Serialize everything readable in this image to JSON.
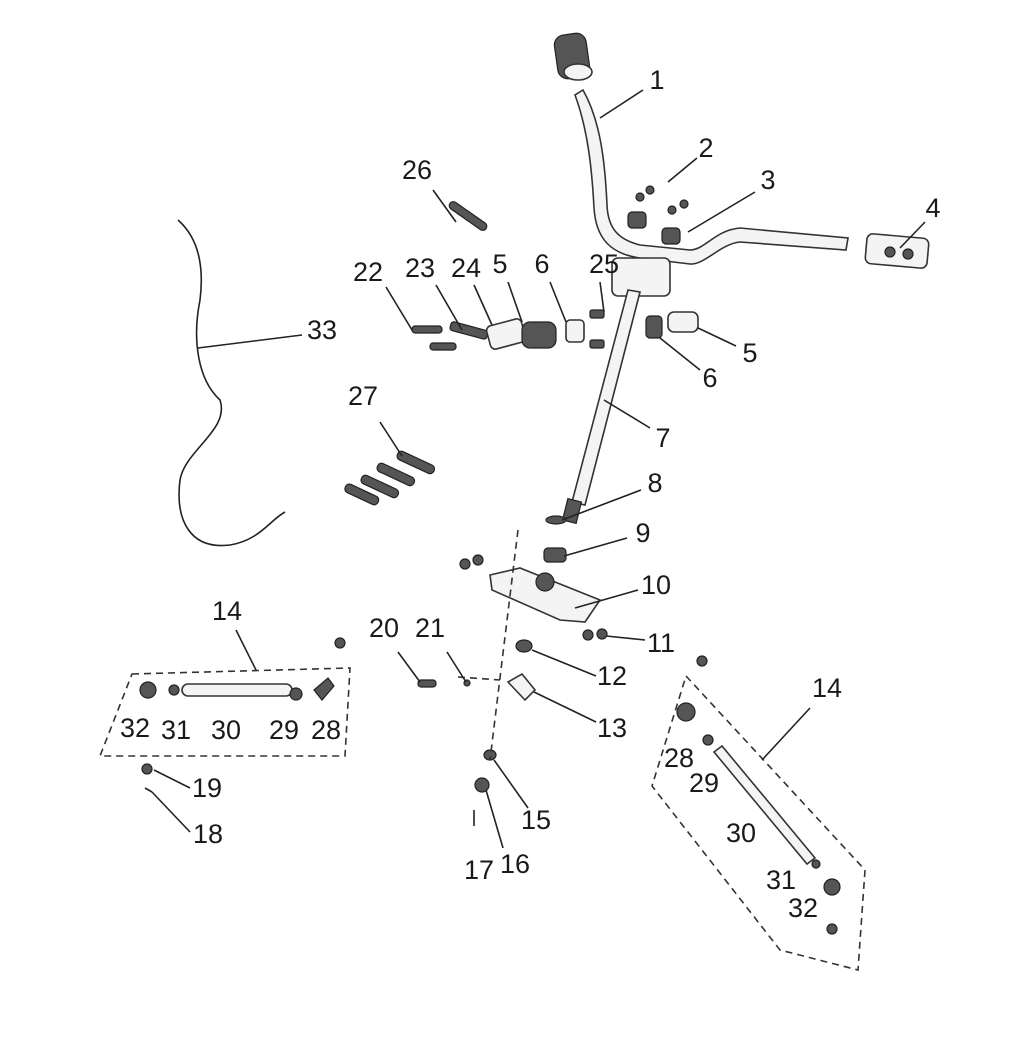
{
  "diagram": {
    "type": "exploded parts diagram - steering assembly",
    "labels": [
      "1",
      "2",
      "3",
      "4",
      "26",
      "22",
      "23",
      "24",
      "5",
      "6",
      "25",
      "33",
      "5",
      "6",
      "27",
      "7",
      "8",
      "9",
      "10",
      "11",
      "20",
      "21",
      "14",
      "12",
      "13",
      "14",
      "32",
      "31",
      "30",
      "29",
      "28",
      "19",
      "18",
      "15",
      "17",
      "16",
      "28",
      "29",
      "30",
      "31",
      "32"
    ]
  }
}
